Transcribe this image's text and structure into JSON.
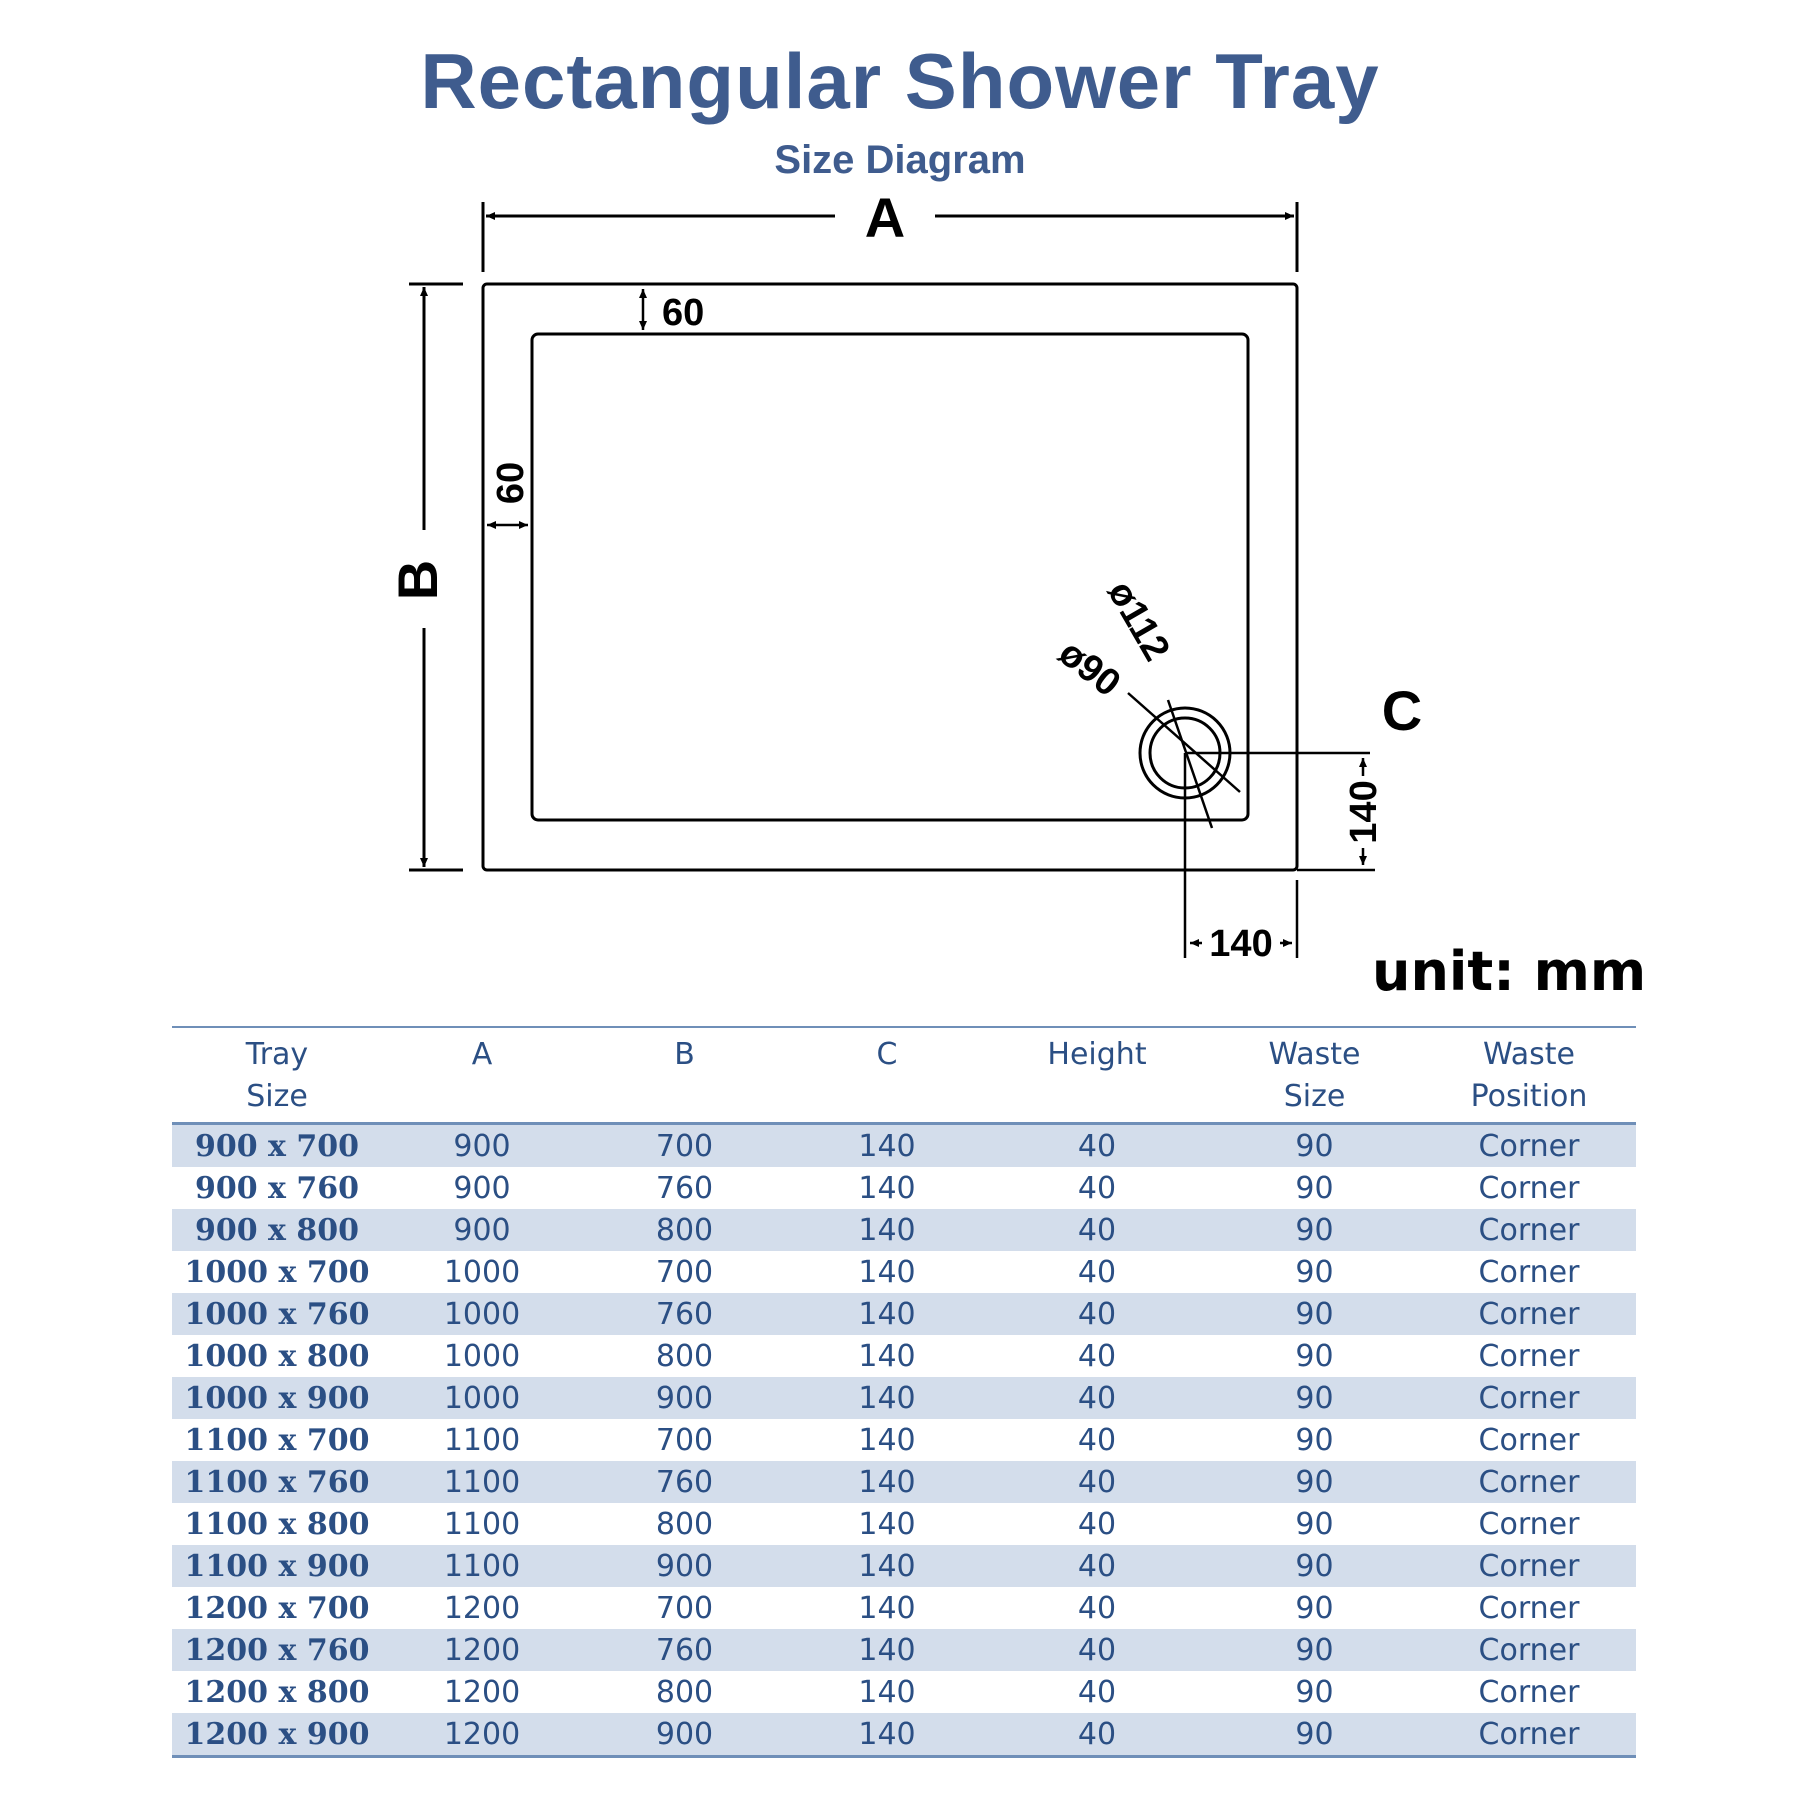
{
  "title": "Rectangular Shower Tray",
  "subtitle": "Size Diagram",
  "diagram": {
    "label_a": "A",
    "label_b": "B",
    "label_c": "C",
    "rim_top": "60",
    "rim_left": "60",
    "waste_outer": "ø112",
    "waste_inner": "ø90",
    "waste_offset_vertical": "140",
    "waste_offset_horizontal": "140"
  },
  "unit": "unit: mm",
  "table": {
    "headers": [
      [
        "Tray",
        "Size"
      ],
      [
        "A",
        ""
      ],
      [
        "B",
        ""
      ],
      [
        "C",
        ""
      ],
      [
        "Height",
        ""
      ],
      [
        "Waste",
        "Size"
      ],
      [
        "Waste",
        "Position"
      ]
    ],
    "rows": [
      [
        "900 x 700",
        "900",
        "700",
        "140",
        "40",
        "90",
        "Corner"
      ],
      [
        "900 x 760",
        "900",
        "760",
        "140",
        "40",
        "90",
        "Corner"
      ],
      [
        "900 x 800",
        "900",
        "800",
        "140",
        "40",
        "90",
        "Corner"
      ],
      [
        "1000 x 700",
        "1000",
        "700",
        "140",
        "40",
        "90",
        "Corner"
      ],
      [
        "1000 x 760",
        "1000",
        "760",
        "140",
        "40",
        "90",
        "Corner"
      ],
      [
        "1000 x 800",
        "1000",
        "800",
        "140",
        "40",
        "90",
        "Corner"
      ],
      [
        "1000 x 900",
        "1000",
        "900",
        "140",
        "40",
        "90",
        "Corner"
      ],
      [
        "1100 x 700",
        "1100",
        "700",
        "140",
        "40",
        "90",
        "Corner"
      ],
      [
        "1100 x 760",
        "1100",
        "760",
        "140",
        "40",
        "90",
        "Corner"
      ],
      [
        "1100 x 800",
        "1100",
        "800",
        "140",
        "40",
        "90",
        "Corner"
      ],
      [
        "1100 x 900",
        "1100",
        "900",
        "140",
        "40",
        "90",
        "Corner"
      ],
      [
        "1200 x 700",
        "1200",
        "700",
        "140",
        "40",
        "90",
        "Corner"
      ],
      [
        "1200 x 760",
        "1200",
        "760",
        "140",
        "40",
        "90",
        "Corner"
      ],
      [
        "1200 x 800",
        "1200",
        "800",
        "140",
        "40",
        "90",
        "Corner"
      ],
      [
        "1200 x 900",
        "1200",
        "900",
        "140",
        "40",
        "90",
        "Corner"
      ]
    ]
  },
  "colors": {
    "heading": "#3f5c8e",
    "table_text": "#2b4f84",
    "row_stripe": "#d3ddeb",
    "rule": "#6f8fb8"
  }
}
